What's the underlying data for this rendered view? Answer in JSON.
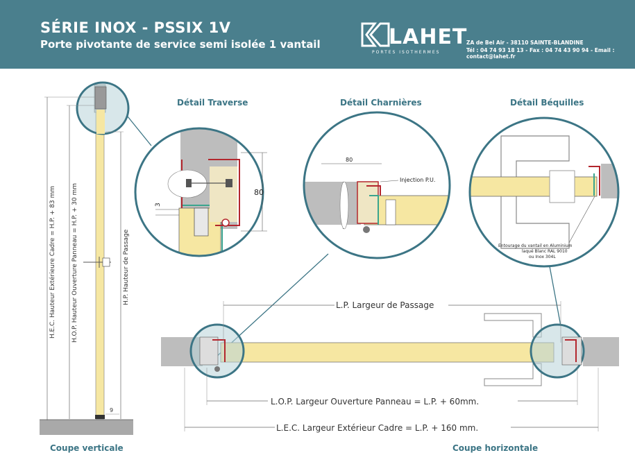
{
  "header": {
    "title": "SÉRIE INOX - PSSIX 1V",
    "subtitle": "Porte pivotante de service semi isolée 1 vantail",
    "logo_text": "LAHET",
    "logo_tagline": "PORTES ISOTHERMES",
    "address_line1": "ZA de Bel Air - 38110 SAINTE-BLANDINE",
    "address_line2": "Tél : 04 74 93 18 13 - Fax : 04 74 43 90 94 - Email : contact@lahet.fr"
  },
  "details": {
    "traverse_title": "Détail Traverse",
    "traverse_dim_80": "80",
    "traverse_dim_3": "3",
    "charnieres_title": "Détail Charnières",
    "charnieres_dim_80": "80",
    "charnieres_injection": "Injection P.U.",
    "bequilles_title": "Détail Béquilles",
    "bequilles_note1": "Entourage du vantail en Aluminium",
    "bequilles_note2": "laqué Blanc RAL 9010",
    "bequilles_note3": "ou Inox 304L"
  },
  "vertical": {
    "caption": "Coupe verticale",
    "hec": "H.E.C. Hauteur Extérieure Cadre = H.P. + 83 mm",
    "hop": "H.O.P. Hauteur Ouverture Panneau = H.P. + 30 mm",
    "hp": "H.P. Hauteur de Passage",
    "dim_9": "9"
  },
  "horizontal": {
    "caption": "Coupe horizontale",
    "lp": "L.P. Largeur de Passage",
    "lop": "L.O.P.  Largeur Ouverture Panneau = L.P. + 60mm.",
    "lec": "L.E.C. Largeur Extérieur Cadre = L.P. + 160 mm."
  },
  "colors": {
    "header_bg": "#4a7f8d",
    "accent": "#3c7585",
    "insulation": "#f6e7a2",
    "concrete": "#bdbdbd",
    "seal_red": "#b3262d",
    "seal_green": "#3aa48e"
  }
}
